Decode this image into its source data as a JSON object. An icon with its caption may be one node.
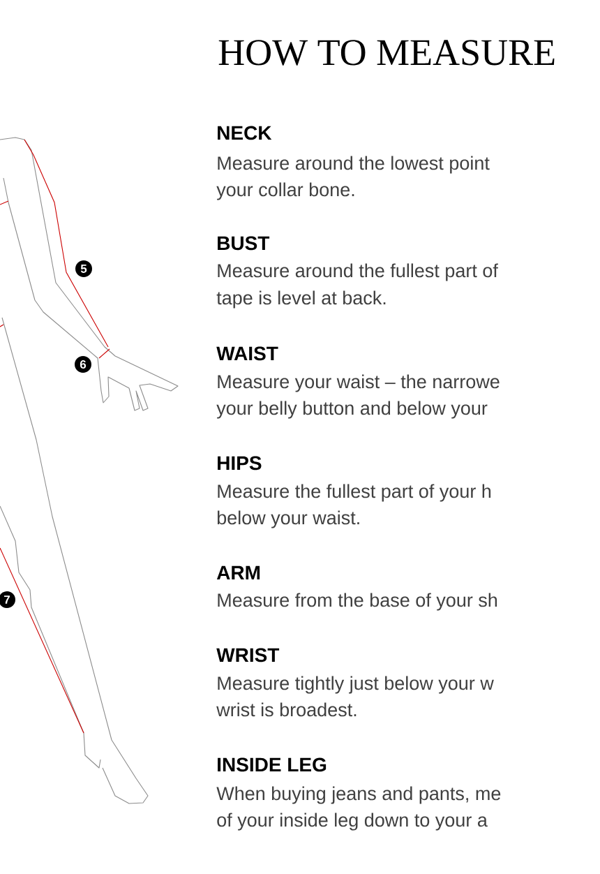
{
  "diagram": {
    "title": "HOW TO MEASURE",
    "labels": [
      "5",
      "6",
      "7",
      "NECK",
      "Measure around the lowest point",
      "your collar bone.",
      "BUST",
      "Measure around the fullest part of",
      "tape is level at back.",
      "WAIST",
      "Measure your waist – the narrowe",
      "your belly button and below your",
      "HIPS",
      "Measure the fullest part of your h",
      "below your waist.",
      "ARM",
      "Measure from the base of your sh",
      "WRIST",
      "Measure tightly just below your w",
      "wrist is broadest.",
      "INSIDE LEG",
      "When buying jeans and pants, me",
      "of your inside leg down to your a"
    ]
  }
}
